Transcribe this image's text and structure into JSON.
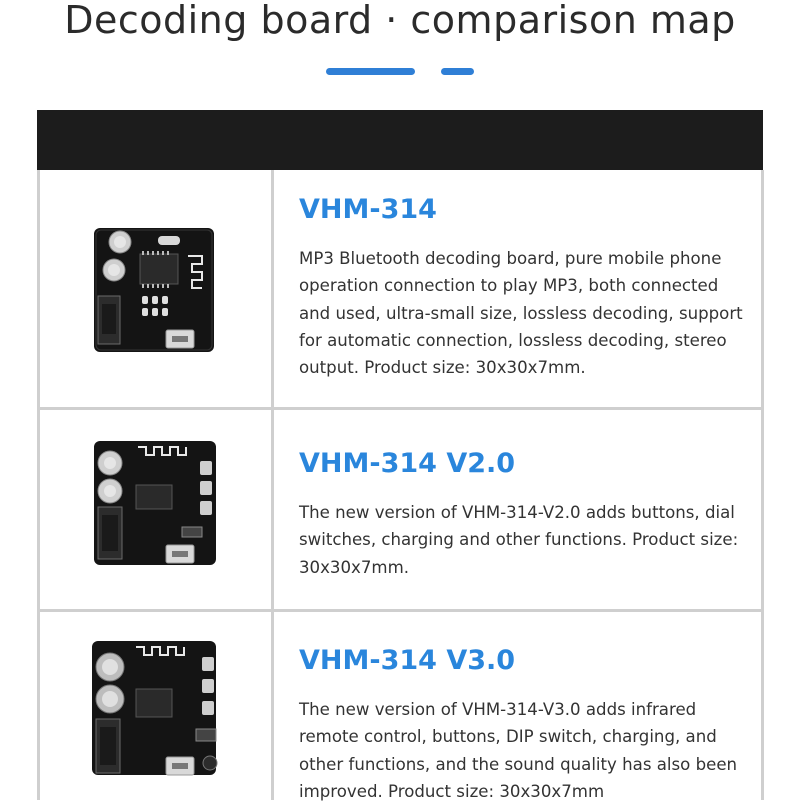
{
  "page": {
    "title": "Decoding board · comparison map",
    "accent_color": "#2f7fd6"
  },
  "products": [
    {
      "name": "VHM-314",
      "description": "MP3 Bluetooth decoding board, pure mobile phone operation connection to play MP3, both connected and used, ultra-small size, lossless decoding, support for automatic connection, lossless decoding, stereo output. Product size: 30x30x7mm."
    },
    {
      "name": "VHM-314 V2.0",
      "description": "The new version of VHM-314-V2.0 adds buttons, dial switches, charging and other functions. Product size: 30x30x7mm."
    },
    {
      "name": "VHM-314 V3.0",
      "description": "The new version of VHM-314-V3.0 adds infrared remote control, buttons, DIP switch, charging, and other functions, and the sound quality has also been improved. Product size: 30x30x7mm"
    }
  ]
}
